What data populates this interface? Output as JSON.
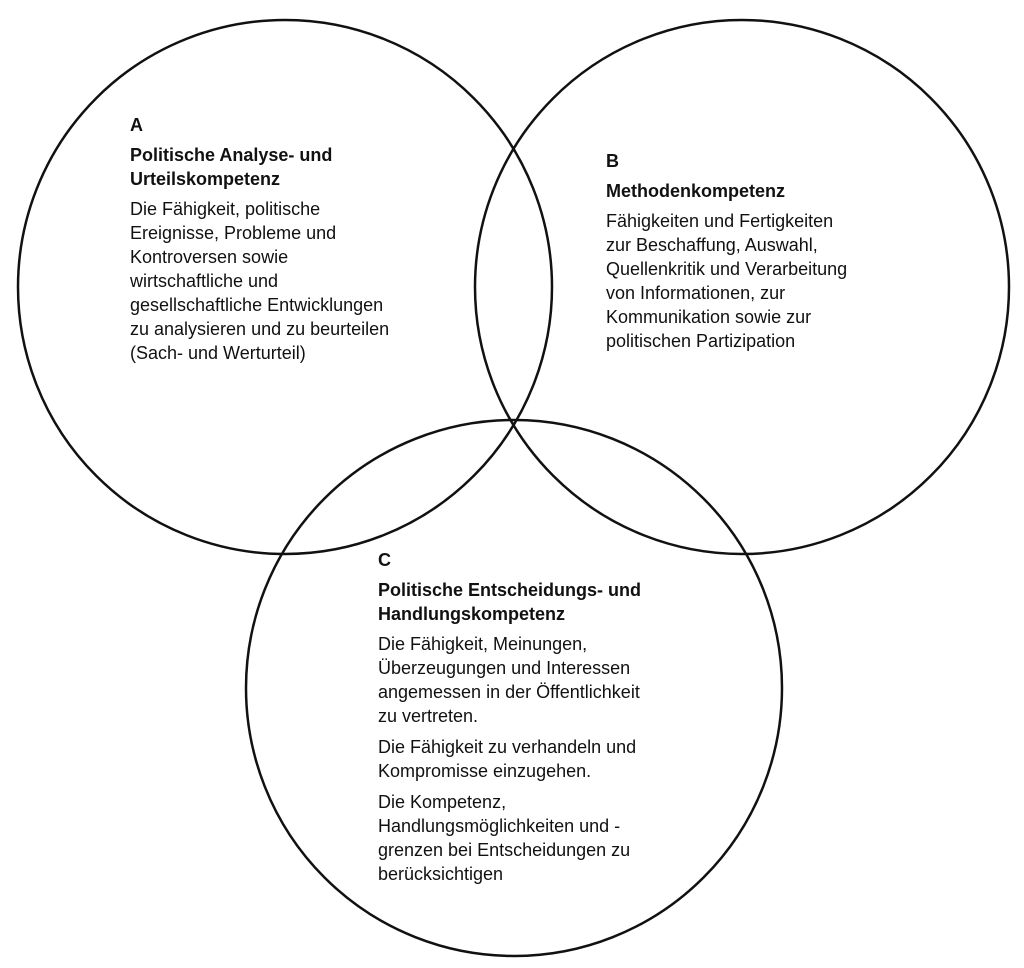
{
  "circles": [
    {
      "label": "A",
      "title_lines": [
        "Politische Analyse- und",
        "Urteilskompetenz"
      ],
      "paragraphs": [
        [
          "Die Fähigkeit, politische",
          "Ereignisse, Probleme und",
          "Kontroversen sowie",
          "wirtschaftliche und",
          "gesellschaftliche Entwicklungen",
          "zu analysieren und zu beurteilen",
          "(Sach- und Werturteil)"
        ]
      ]
    },
    {
      "label": "B",
      "title_lines": [
        "Methodenkompetenz"
      ],
      "paragraphs": [
        [
          "Fähigkeiten und Fertigkeiten",
          "zur Beschaffung, Auswahl,",
          "Quellenkritik und Verarbeitung",
          "von Informationen, zur",
          "Kommunikation sowie zur",
          "politischen Partizipation"
        ]
      ]
    },
    {
      "label": "C",
      "title_lines": [
        "Politische Entscheidungs- und",
        "Handlungskompetenz"
      ],
      "paragraphs": [
        [
          "Die Fähigkeit, Meinungen,",
          "Überzeugungen und Interessen",
          "angemessen in der Öffentlichkeit",
          "zu vertreten."
        ],
        [
          "Die Fähigkeit zu verhandeln und",
          "Kompromisse einzugehen."
        ],
        [
          "Die Kompetenz,",
          "Handlungsmöglichkeiten und -",
          "grenzen bei Entscheidungen zu",
          "berücksichtigen"
        ]
      ]
    }
  ],
  "colors": {
    "stroke": "#111111",
    "background": "#ffffff"
  }
}
